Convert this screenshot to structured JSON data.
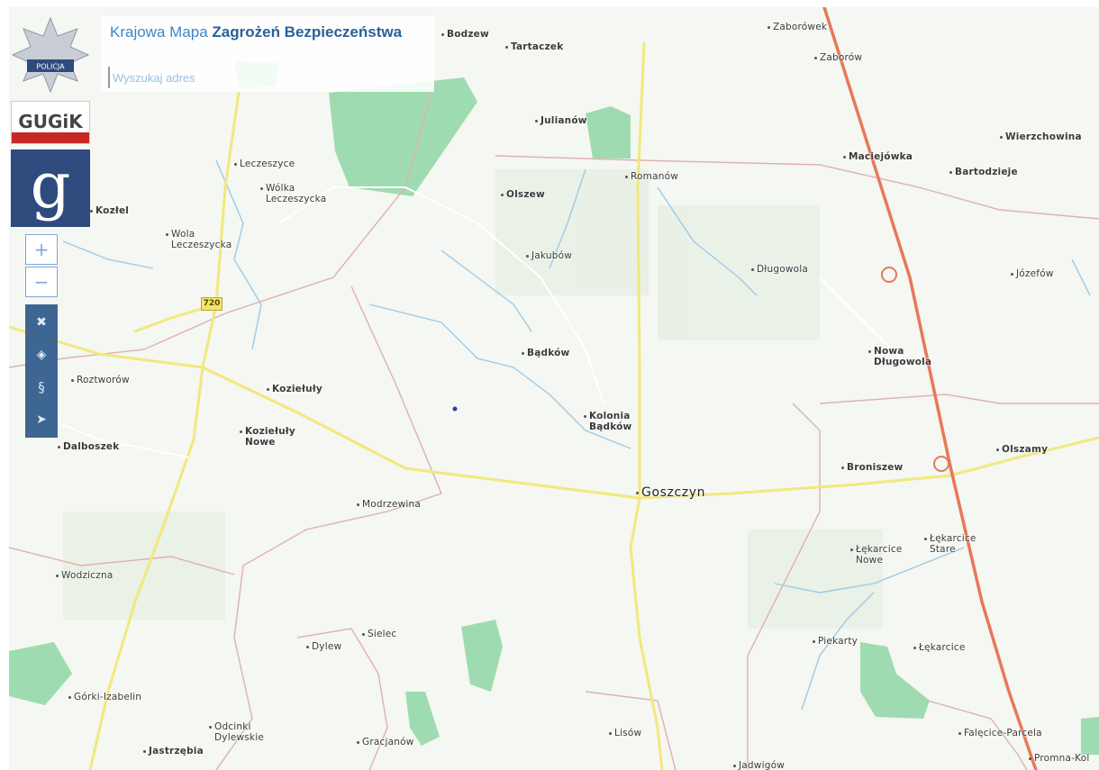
{
  "app": {
    "title_prefix": "Krajowa Mapa ",
    "title_bold": "Zagrożeń Bezpieczeństwa"
  },
  "search": {
    "placeholder": "Wyszukaj adres",
    "value": ""
  },
  "logos": {
    "police": "POLICJA",
    "gugik": "GUGiK",
    "geo": "g"
  },
  "controls": {
    "zoom_in": "+",
    "zoom_out": "−",
    "tools": [
      "fullscreen-icon",
      "locate-icon",
      "paragraph-icon",
      "tag-icon"
    ],
    "tool_glyphs": [
      "✖",
      "◈",
      "§",
      "➤"
    ]
  },
  "road": {
    "number": "720"
  },
  "colors": {
    "forest": "#8fd6a4",
    "main_road": "#f2e87c",
    "expressway": "#e8785a",
    "water": "#9ccbe8",
    "boundary": "#e0b0b0",
    "toolbar": "#2f5a8c",
    "title": "#3d86c6"
  },
  "places": [
    {
      "name": "Bodzew"
    },
    {
      "name": "Tartaczek"
    },
    {
      "name": "Zaborówek"
    },
    {
      "name": "Zaborów"
    },
    {
      "name": "Julianów"
    },
    {
      "name": "Wierzchowina"
    },
    {
      "name": "Maciejówka"
    },
    {
      "name": "Bartodzieje"
    },
    {
      "name": "Leczeszyce"
    },
    {
      "name": "Wólka\nLeczeszycka"
    },
    {
      "name": "Romanów"
    },
    {
      "name": "Olszew"
    },
    {
      "name": "Kozłel"
    },
    {
      "name": "Wola\nLeczeszycka"
    },
    {
      "name": "Jakubów"
    },
    {
      "name": "Długowola"
    },
    {
      "name": "Józefów"
    },
    {
      "name": "Bądków"
    },
    {
      "name": "Nowa\nDługowola"
    },
    {
      "name": "Roztworów"
    },
    {
      "name": "Koziełuły"
    },
    {
      "name": "Kolonia\nBądków"
    },
    {
      "name": "Dalboszek"
    },
    {
      "name": "Koziełuły\nNowe"
    },
    {
      "name": "Broniszew"
    },
    {
      "name": "Olszamy"
    },
    {
      "name": "Goszczyn"
    },
    {
      "name": "Modrzewina"
    },
    {
      "name": "Łękarcice\nStare"
    },
    {
      "name": "Łękarcice\nNowe"
    },
    {
      "name": "Wodziczna"
    },
    {
      "name": "Dylew"
    },
    {
      "name": "Sielec"
    },
    {
      "name": "Piekarty"
    },
    {
      "name": "Łękarcice"
    },
    {
      "name": "Górki-Izabelin"
    },
    {
      "name": "Odcinki\nDylewskie"
    },
    {
      "name": "Jastrzębia"
    },
    {
      "name": "Gracjanów"
    },
    {
      "name": "Lisów"
    },
    {
      "name": "Falęcice-Parcela"
    },
    {
      "name": "Jadwigów"
    },
    {
      "name": "Promna-Kol"
    }
  ]
}
